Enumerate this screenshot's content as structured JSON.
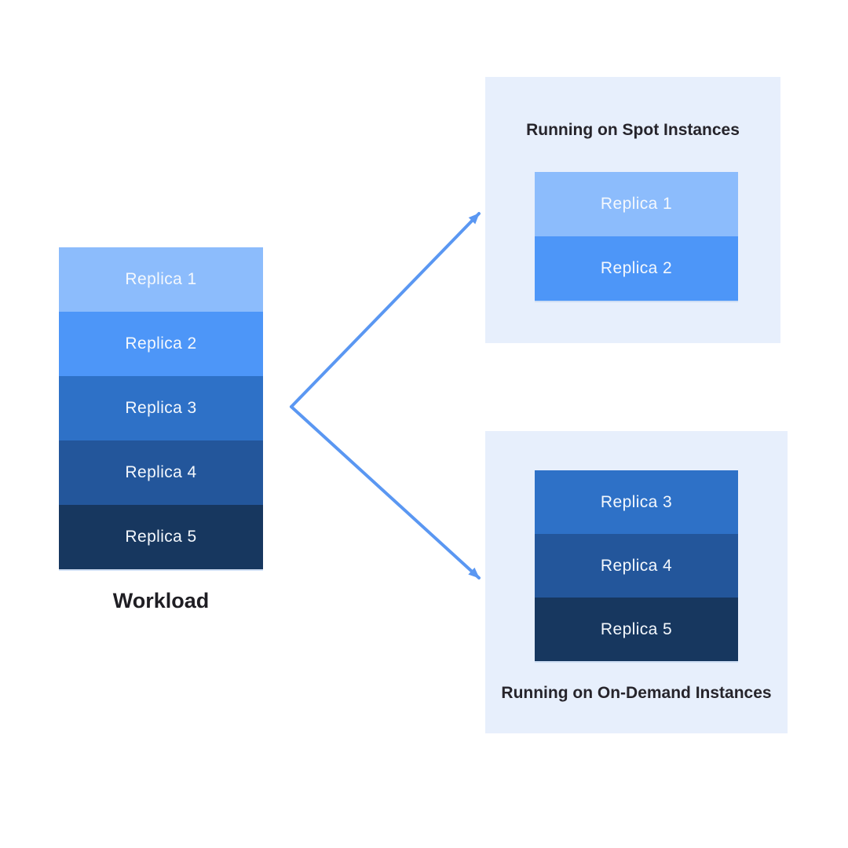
{
  "workload": {
    "label": "Workload",
    "replicas": [
      {
        "label": "Replica 1",
        "color": "#8CBCFC"
      },
      {
        "label": "Replica 2",
        "color": "#4D96F8"
      },
      {
        "label": "Replica 3",
        "color": "#2E71C7"
      },
      {
        "label": "Replica 4",
        "color": "#23569B"
      },
      {
        "label": "Replica 5",
        "color": "#17375F"
      }
    ]
  },
  "spot_panel": {
    "title": "Running on Spot Instances",
    "replicas": [
      {
        "label": "Replica 1",
        "color": "#8CBCFC"
      },
      {
        "label": "Replica 2",
        "color": "#4D96F8"
      }
    ]
  },
  "on_demand_panel": {
    "title": "Running on On-Demand Instances",
    "replicas": [
      {
        "label": "Replica 3",
        "color": "#2E71C7"
      },
      {
        "label": "Replica 4",
        "color": "#23569B"
      },
      {
        "label": "Replica 5",
        "color": "#17375F"
      }
    ]
  },
  "colors": {
    "panel_background": "#E7EFFC",
    "arrow": "#5A97F2",
    "replica_text": "#F4F8FD",
    "title_text": "#26242B"
  }
}
